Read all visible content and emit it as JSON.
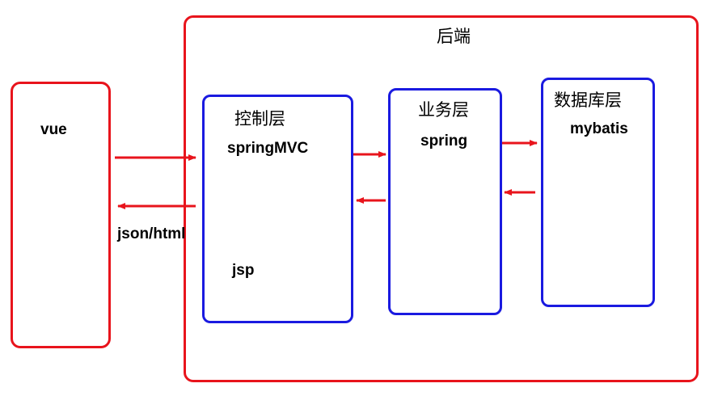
{
  "frontend": {
    "label": "vue"
  },
  "backend": {
    "title": "后端",
    "controller": {
      "title": "控制层",
      "framework": "springMVC",
      "view": "jsp"
    },
    "service": {
      "title": "业务层",
      "framework": "spring"
    },
    "database": {
      "title": "数据库层",
      "framework": "mybatis"
    }
  },
  "response_label": "json/html",
  "colors": {
    "container_border": "#e8141c",
    "layer_border": "#1a1ae0",
    "arrow": "#e8141c"
  }
}
